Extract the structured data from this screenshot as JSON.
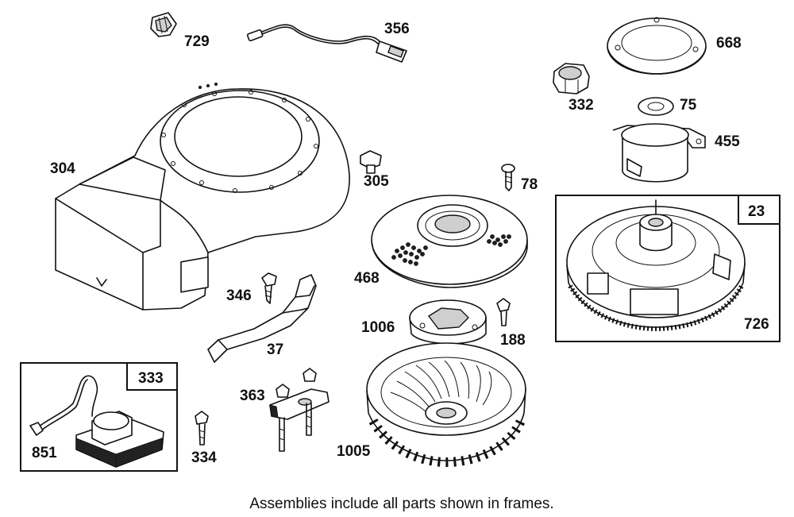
{
  "caption": "Assemblies include all parts shown in frames.",
  "parts": {
    "p729": "729",
    "p356": "356",
    "p668": "668",
    "p332": "332",
    "p75": "75",
    "p455": "455",
    "p304": "304",
    "p305": "305",
    "p78": "78",
    "p23": "23",
    "p468": "468",
    "p346": "346",
    "p1006": "1006",
    "p188": "188",
    "p726": "726",
    "p37": "37",
    "p333": "333",
    "p363": "363",
    "p851": "851",
    "p334": "334",
    "p1005": "1005"
  }
}
